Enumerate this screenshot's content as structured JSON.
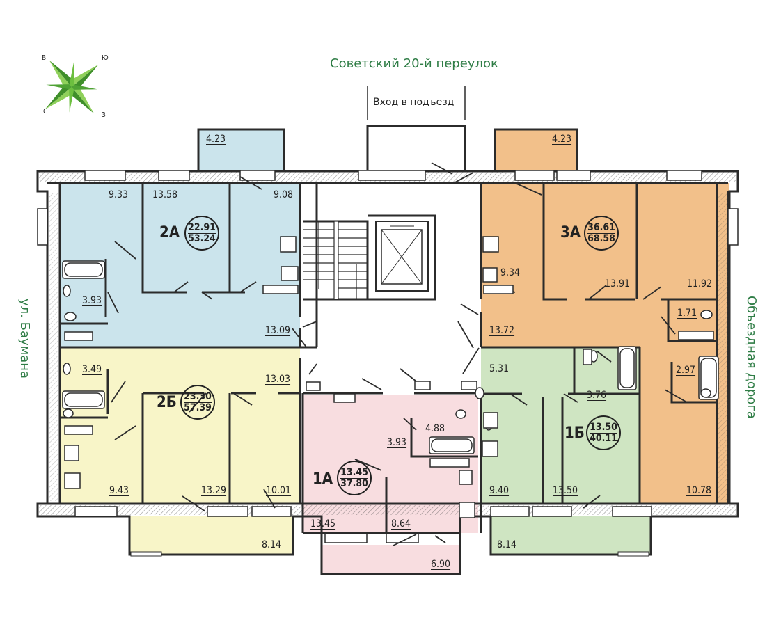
{
  "streets": {
    "top": "Советский 20-й переулок",
    "left": "ул. Баумана",
    "right": "Объездная дорога"
  },
  "entrance_label": "Вход в подъезд",
  "compass": {
    "n": "В",
    "e": "Ю",
    "s": "З",
    "w": "С"
  },
  "colors": {
    "apt_2a": "#cbe4ec",
    "apt_2b": "#f8f5c8",
    "apt_1a": "#f8dde0",
    "apt_1b": "#cfe5c2",
    "apt_3a": "#f2c08a",
    "wall": "#2b2b2b",
    "street_text": "#2f7d46",
    "compass_green": "#6cbf3f"
  },
  "apartments": [
    {
      "id": "2a",
      "name": "2А",
      "living": "22.91",
      "total": "53.24"
    },
    {
      "id": "3a",
      "name": "3А",
      "living": "36.61",
      "total": "68.58"
    },
    {
      "id": "2b",
      "name": "2Б",
      "living": "23.30",
      "total": "57.39"
    },
    {
      "id": "1a",
      "name": "1А",
      "living": "13.45",
      "total": "37.80"
    },
    {
      "id": "1b",
      "name": "1Б",
      "living": "13.50",
      "total": "40.11"
    }
  ],
  "rooms": {
    "2a": [
      "4.23",
      "9.33",
      "13.58",
      "9.08",
      "3.93",
      "13.09"
    ],
    "3a": [
      "4.23",
      "9.34",
      "13.91",
      "11.92",
      "1.71",
      "13.72",
      "2.97",
      "10.78"
    ],
    "2b": [
      "3.49",
      "13.03",
      "9.43",
      "13.29",
      "10.01",
      "8.14"
    ],
    "1a": [
      "4.88",
      "3.93",
      "13.45",
      "8.64",
      "6.90"
    ],
    "1b": [
      "5.31",
      "3.76",
      "9.40",
      "13.50",
      "8.14"
    ]
  }
}
